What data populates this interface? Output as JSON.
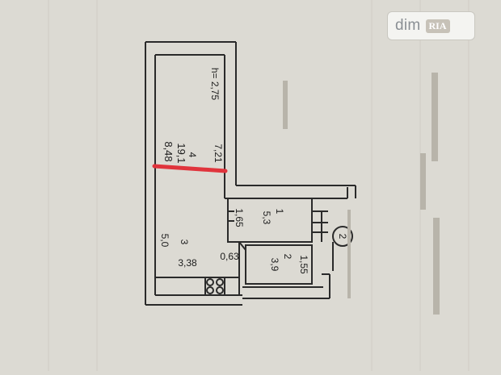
{
  "watermark": {
    "brand": "dim",
    "ria": "RIA"
  },
  "plan": {
    "height_label": "h= 2,75",
    "room4": {
      "number": "4",
      "area": "19,1",
      "length": "8,48",
      "width": "7,21"
    },
    "room3": {
      "number": "3",
      "area": "5,0",
      "dim_a": "3,38",
      "dim_b": "0,63"
    },
    "room1": {
      "number": "1",
      "area": "5,3",
      "dim": "1,65"
    },
    "room2": {
      "number": "2",
      "area": "3,9",
      "dim": "1,55"
    },
    "marker": "2"
  },
  "colors": {
    "wall": "#2a2a2a",
    "paper": "#dcdad3",
    "highlight": "#e0343c"
  }
}
